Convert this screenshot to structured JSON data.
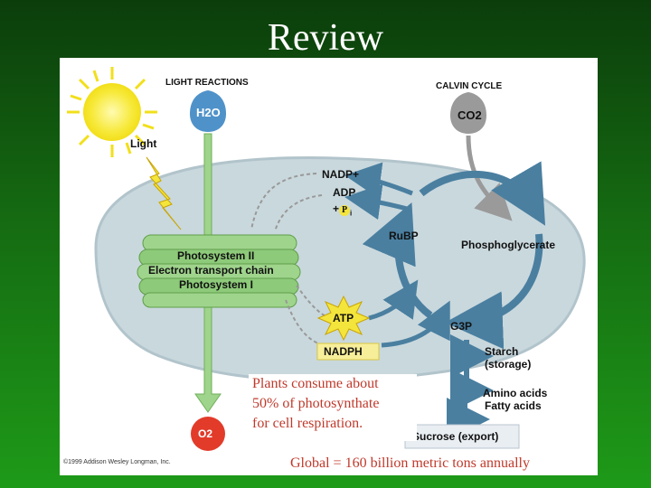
{
  "slide": {
    "title": "Review"
  },
  "diagram": {
    "light_reactions_title": "LIGHT REACTIONS",
    "calvin_cycle_title": "CALVIN CYCLE",
    "h2o": "H2O",
    "co2": "CO2",
    "o2": "O2",
    "light": "Light",
    "nadp_plus": "NADP+",
    "adp": "ADP",
    "pi_plus": "+",
    "pi_symbol": "P",
    "pi_subscript": "i",
    "rubp": "RuBP",
    "phosphoglycerate": "Phosphoglycerate",
    "photosystem_ii": "Photosystem II",
    "electron_transport_chain": "Electron transport chain",
    "photosystem_i": "Photosystem I",
    "atp": "ATP",
    "nadph": "NADPH",
    "g3p": "G3P",
    "starch": "Starch",
    "starch_storage": "(storage)",
    "amino_acids": "Amino acids",
    "fatty_acids": "Fatty acids",
    "sucrose": "Sucrose (export)",
    "copyright": "©1999 Addison Wesley Longman, Inc."
  },
  "notes": {
    "caption_line1": "Plants consume about",
    "caption_line2": "50% of photosynthate",
    "caption_line3": "for cell respiration.",
    "global": "Global = 160 billion metric tons annually"
  },
  "colors": {
    "background_green": "#1e9a18",
    "chloroplast": "#c9d8dd",
    "thylakoid": "#7fbf6a",
    "water_blue": "#4f92c9",
    "co2_gray": "#9a9a9a",
    "o2_red": "#e23b2a",
    "atp_yellow": "#f4e53c",
    "annotation_red": "#c0392b"
  }
}
